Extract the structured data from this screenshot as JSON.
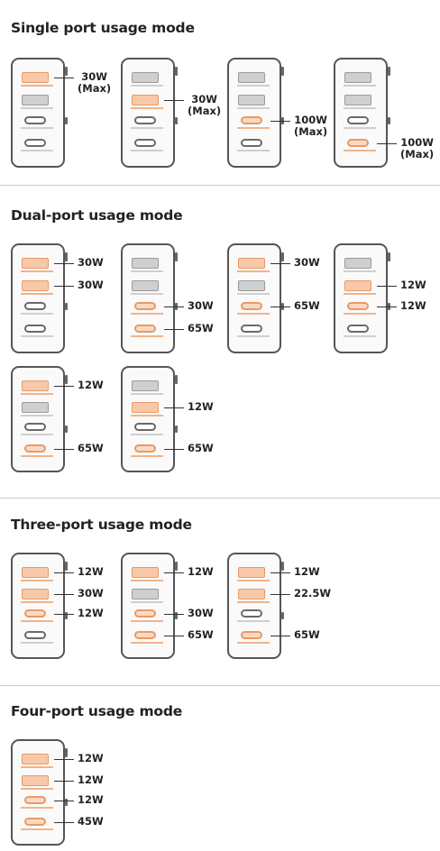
{
  "sections": [
    {
      "title": "Single port usage mode",
      "chargers": [
        {
          "ports": [
            1,
            0,
            0,
            0
          ],
          "labels": [
            {
              "port": 0,
              "text": "30W",
              "sub": "(Max)"
            }
          ]
        },
        {
          "ports": [
            0,
            1,
            0,
            0
          ],
          "labels": [
            {
              "port": 1,
              "text": "30W",
              "sub": "(Max)"
            }
          ]
        },
        {
          "ports": [
            0,
            0,
            1,
            0
          ],
          "labels": [
            {
              "port": 2,
              "text": "100W",
              "sub": "(Max)"
            }
          ]
        },
        {
          "ports": [
            0,
            0,
            0,
            1
          ],
          "labels": [
            {
              "port": 3,
              "text": "100W",
              "sub": "(Max)"
            }
          ]
        }
      ]
    },
    {
      "title": "Dual-port usage mode",
      "chargers": [
        {
          "ports": [
            1,
            1,
            0,
            0
          ],
          "labels": [
            {
              "port": 0,
              "text": "30W"
            },
            {
              "port": 1,
              "text": "30W"
            }
          ]
        },
        {
          "ports": [
            0,
            0,
            1,
            1
          ],
          "labels": [
            {
              "port": 2,
              "text": "30W"
            },
            {
              "port": 3,
              "text": "65W"
            }
          ]
        },
        {
          "ports": [
            1,
            0,
            1,
            0
          ],
          "labels": [
            {
              "port": 0,
              "text": "30W"
            },
            {
              "port": 2,
              "text": "65W"
            }
          ]
        },
        {
          "ports": [
            0,
            1,
            1,
            0
          ],
          "labels": [
            {
              "port": 1,
              "text": "12W"
            },
            {
              "port": 2,
              "text": "12W"
            }
          ]
        },
        {
          "ports": [
            1,
            0,
            0,
            1
          ],
          "labels": [
            {
              "port": 0,
              "text": "12W"
            },
            {
              "port": 3,
              "text": "65W"
            }
          ]
        },
        {
          "ports": [
            0,
            1,
            0,
            1
          ],
          "labels": [
            {
              "port": 1,
              "text": "12W"
            },
            {
              "port": 3,
              "text": "65W"
            }
          ]
        }
      ]
    },
    {
      "title": "Three-port usage mode",
      "chargers": [
        {
          "ports": [
            1,
            1,
            1,
            0
          ],
          "labels": [
            {
              "port": 0,
              "text": "12W"
            },
            {
              "port": 1,
              "text": "30W"
            },
            {
              "port": 2,
              "text": "12W"
            }
          ]
        },
        {
          "ports": [
            1,
            0,
            1,
            1
          ],
          "labels": [
            {
              "port": 0,
              "text": "12W"
            },
            {
              "port": 2,
              "text": "30W"
            },
            {
              "port": 3,
              "text": "65W"
            }
          ]
        },
        {
          "ports": [
            1,
            1,
            0,
            1
          ],
          "labels": [
            {
              "port": 0,
              "text": "12W"
            },
            {
              "port": 1,
              "text": "22.5W"
            },
            {
              "port": 3,
              "text": "65W"
            }
          ]
        }
      ]
    },
    {
      "title": "Four-port usage mode",
      "chargers": [
        {
          "ports": [
            1,
            1,
            1,
            1
          ],
          "labels": [
            {
              "port": 0,
              "text": "12W"
            },
            {
              "port": 1,
              "text": "12W"
            },
            {
              "port": 2,
              "text": "12W"
            },
            {
              "port": 3,
              "text": "45W"
            }
          ]
        }
      ]
    }
  ],
  "colors": {
    "active": "#f7c9a9",
    "active_border": "#e79a68",
    "idle": "#cfcfcf"
  }
}
